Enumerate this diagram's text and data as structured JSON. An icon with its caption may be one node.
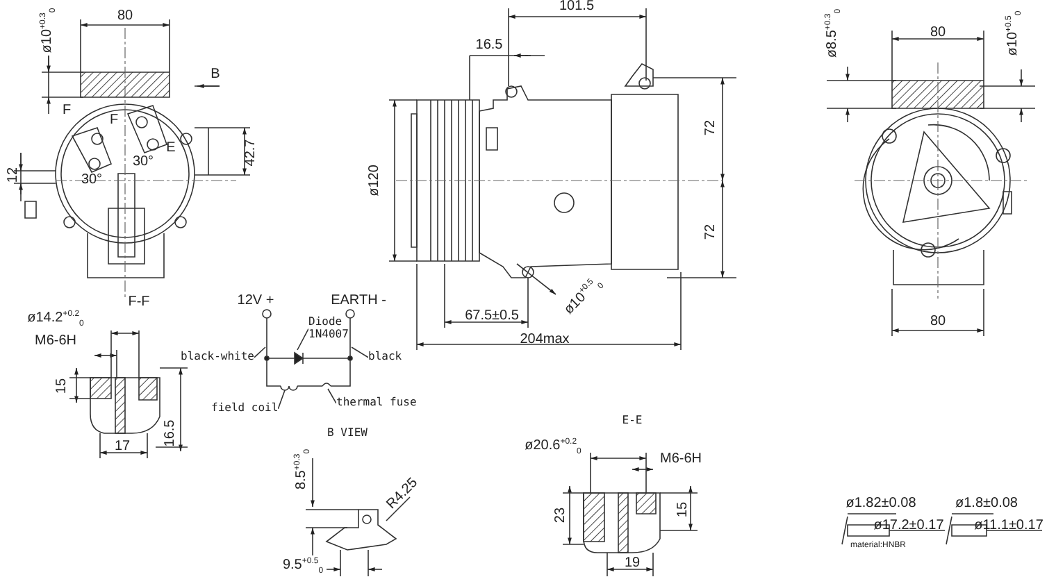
{
  "diagram": {
    "nodes": [
      {
        "text": [
          "Diode 1N4007"
        ]
      },
      {
        "text": [
          "black-white"
        ]
      },
      {
        "text": [
          "black"
        ]
      },
      {
        "text": [
          "field coil"
        ]
      },
      {
        "text": [
          "thermal fuse"
        ]
      },
      {
        "text": [],
        "shape": "picture"
      }
    ],
    "edges": [
      {
        "from": 0,
        "to": 5,
        "arrow": "none"
      },
      {
        "from": 1,
        "to": 5,
        "arrow": "none"
      },
      {
        "from": 2,
        "to": 5,
        "arrow": "none"
      },
      {
        "from": 3,
        "to": 5,
        "arrow": "none"
      },
      {
        "from": 4,
        "to": 5,
        "arrow": "none"
      }
    ],
    "labels": [
      "ø10$^{+0.3}$$_{0}$",
      "80",
      "B",
      "F",
      "F",
      "E",
      "30°",
      "30°",
      "12",
      "42.7",
      "F-F",
      "ø14.2$^{+0.2}$$_{0}$",
      "M6-6H",
      "15",
      "17",
      "16.5",
      "12V +",
      "EARTH -",
      "B VIEW",
      "8.5$^{+0.3}$$_{0}$",
      "R4.25",
      "9.5$^{+0.5}$$_{0}$",
      "101.5",
      "16.5",
      "ø120",
      "72",
      "72",
      "67.5±0.5",
      "ø10$^{+0.5}$$_{0}$",
      "204max",
      "ø8.5$^{+0.3}$$_{0}$",
      "80",
      "ø10$^{+0.5}$$_{0}$",
      "80",
      "E-E",
      "ø20.6$^{+0.2}$$_{0}$",
      "M6-6H",
      "23",
      "15",
      "19",
      "ø1.82±0.08",
      "ø17.2±0.17",
      "material:HNBR",
      "ø1.8±0.08",
      "ø11.1±0.17"
    ]
  }
}
